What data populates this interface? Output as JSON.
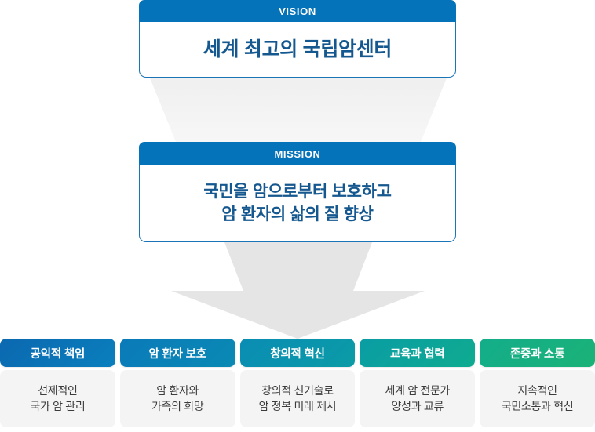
{
  "vision": {
    "header_label": "VISION",
    "statement": "세계 최고의 국립암센터"
  },
  "mission": {
    "header_label": "MISSION",
    "statement": "국민을 암으로부터 보호하고\n암 환자의 삶의 질 향상"
  },
  "connectors": [
    {
      "name": "vision-to-mission",
      "shape": "tapered-band",
      "color": "#eeeeee"
    },
    {
      "name": "mission-to-values",
      "shape": "down-arrow",
      "color": "#e5e5e5"
    }
  ],
  "core_values": [
    {
      "title": "공익적 책임",
      "description": "선제적인\n국가 암 관리",
      "header_color_start": "#0b68b0",
      "header_color_end": "#0a7fbd"
    },
    {
      "title": "암 환자 보호",
      "description": "암 환자와\n가족의 희망",
      "header_color_start": "#0a7ab9",
      "header_color_end": "#0a8ab4"
    },
    {
      "title": "창의적 혁신",
      "description": "창의적 신기술로\n암 정복 미래 제시",
      "header_color_start": "#0a8cb4",
      "header_color_end": "#0a9ca6"
    },
    {
      "title": "교육과 협력",
      "description": "세계 암 전문가\n양성과 교류",
      "header_color_start": "#0a9da4",
      "header_color_end": "#0fab90"
    },
    {
      "title": "존중과 소통",
      "description": "지속적인\n국민소통과 혁신",
      "header_color_start": "#13ad8a",
      "header_color_end": "#1bb277"
    }
  ],
  "theme": {
    "panel_header_blue": "#0573b9",
    "panel_border_blue": "#1a74b5",
    "panel_text_blue": "#15588f",
    "card_body_bg": "#f4f4f4",
    "card_body_text": "#3c3c3c",
    "connector_gray": "#e5e5e5"
  }
}
